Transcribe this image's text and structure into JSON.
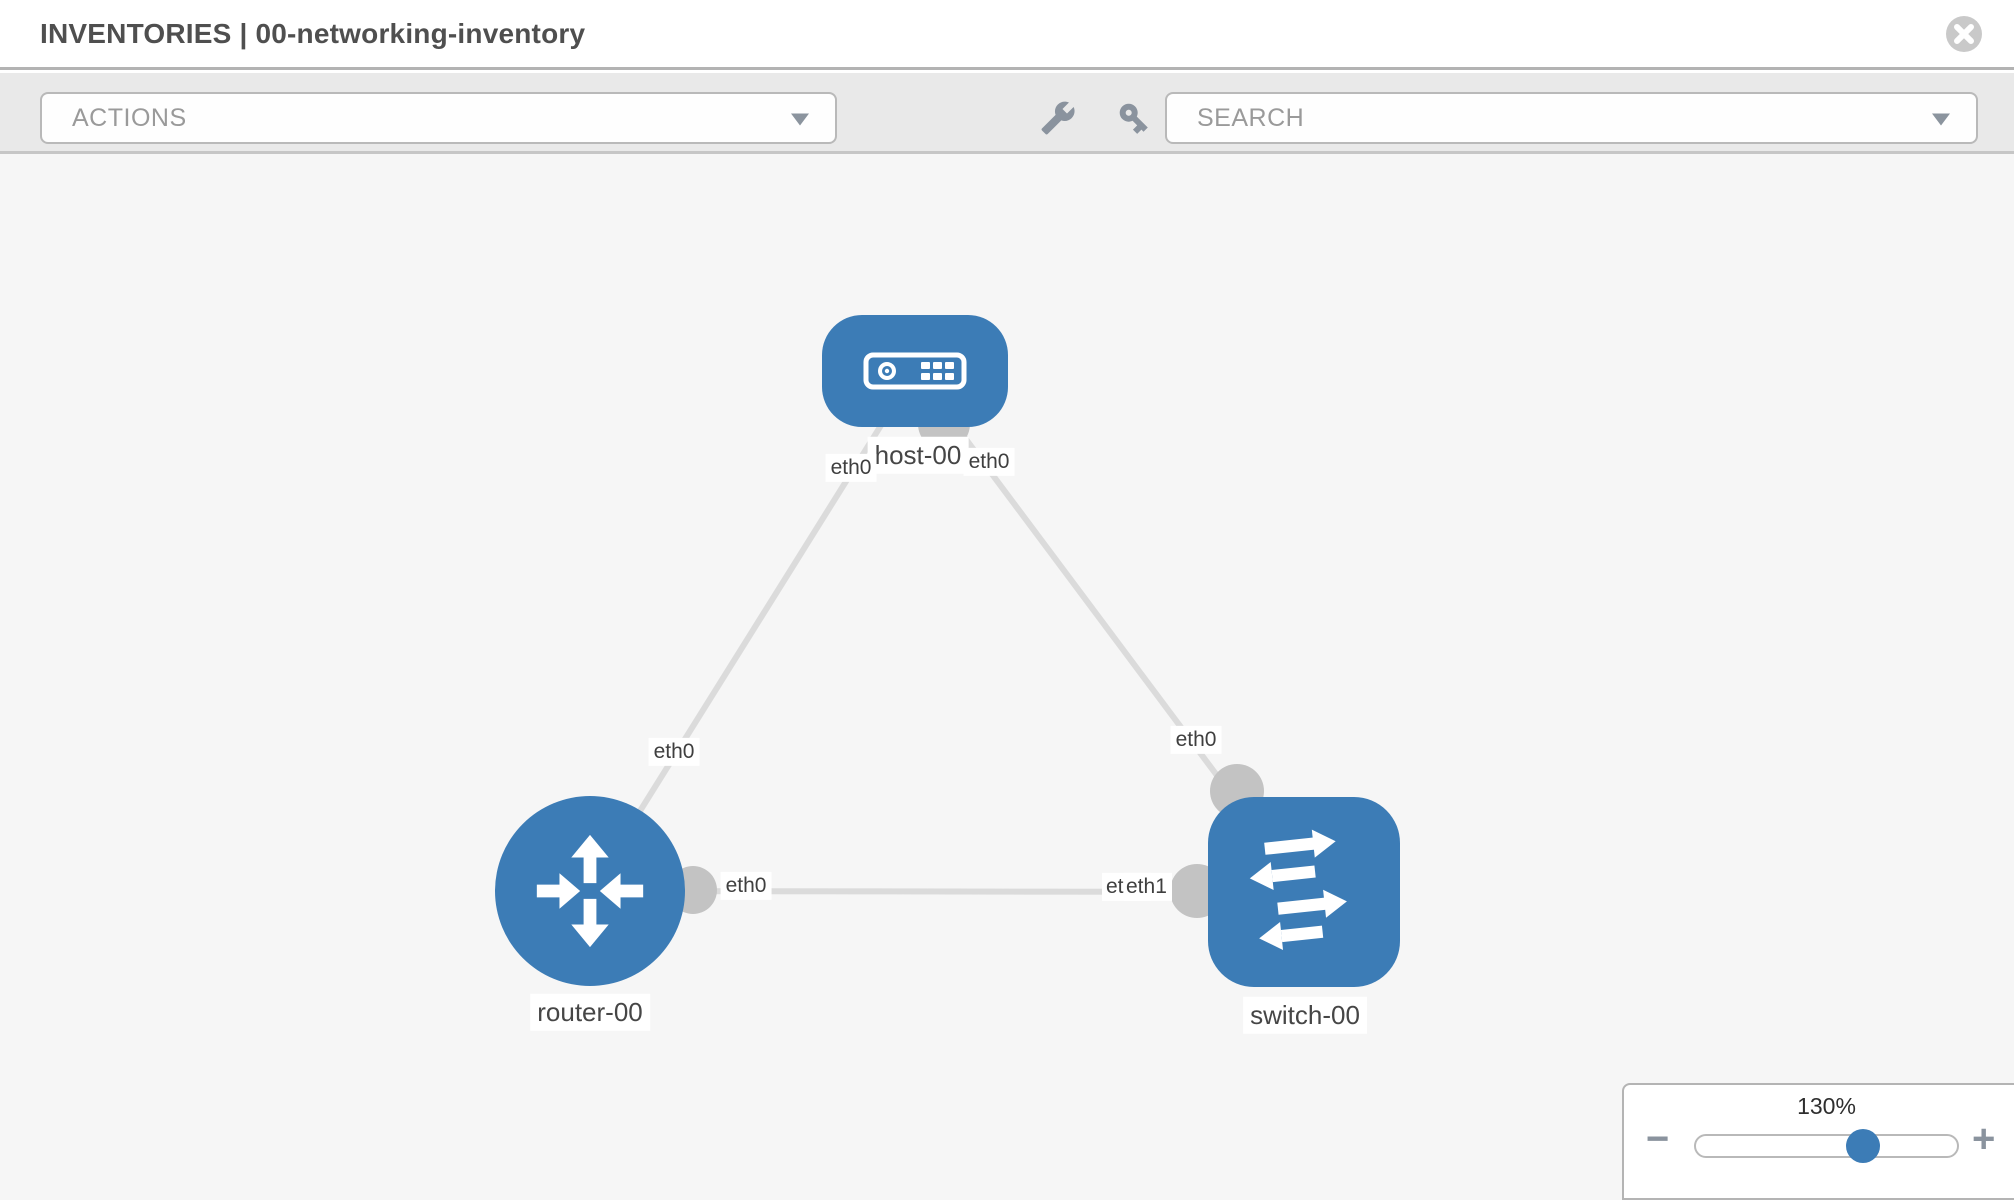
{
  "header": {
    "title": "INVENTORIES | 00-networking-inventory",
    "close_icon": "circle-x"
  },
  "toolbar": {
    "actions_label": "ACTIONS",
    "search_placeholder": "SEARCH",
    "icons": [
      "wrench",
      "key"
    ]
  },
  "diagram": {
    "nodes": [
      {
        "id": "host-00",
        "type": "host",
        "label": "host-00",
        "icon": "server"
      },
      {
        "id": "router-00",
        "type": "router",
        "label": "router-00",
        "icon": "router-arrows"
      },
      {
        "id": "switch-00",
        "type": "switch",
        "label": "switch-00",
        "icon": "switch-arrows"
      }
    ],
    "links": [
      {
        "source": "host-00",
        "target": "router-00",
        "source_interface": "eth0",
        "target_interface": "eth0"
      },
      {
        "source": "host-00",
        "target": "switch-00",
        "source_interface": "eth0",
        "target_interface": "eth0"
      },
      {
        "source": "router-00",
        "target": "switch-00",
        "source_interface": "eth0",
        "target_interface": "eth1",
        "target_interface_overlapped": "eth0"
      }
    ]
  },
  "zoom_control": {
    "value": "130%",
    "minus_label": "−",
    "plus_label": "+",
    "slider_percent": 64
  },
  "colors": {
    "node_blue": "#3c7cb6",
    "accent_blue": "#3c7cb6",
    "link_gray": "#dbdbdb",
    "port_gray": "#c3c3c3"
  }
}
